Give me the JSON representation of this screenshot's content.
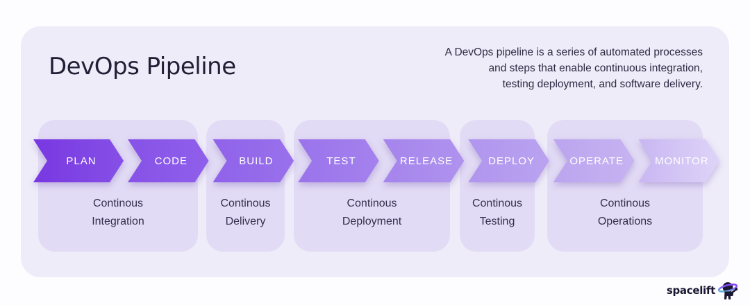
{
  "header": {
    "title": "DevOps Pipeline",
    "description_lines": [
      "A DevOps pipeline is a series of automated processes",
      "and steps that enable continuous integration,",
      "testing deployment, and software delivery."
    ]
  },
  "colors": {
    "page_background": "#FDFDFF",
    "card_background": "#EFECF9",
    "group_background": "#E2DBF5",
    "stage_text": "#FFFFFF",
    "label_text": "#342F4B",
    "title_text": "#211F35"
  },
  "pipeline": {
    "stages": [
      {
        "label": "PLAN",
        "color_start": "#7838E1",
        "color_end": "#8650E7"
      },
      {
        "label": "CODE",
        "color_start": "#8752E8",
        "color_end": "#8F60EA"
      },
      {
        "label": "BUILD",
        "color_start": "#9062EA",
        "color_end": "#9971EB"
      },
      {
        "label": "TEST",
        "color_start": "#9A73EB",
        "color_end": "#A482ED"
      },
      {
        "label": "RELEASE",
        "color_start": "#A584EC",
        "color_end": "#AF93EE"
      },
      {
        "label": "DEPLOY",
        "color_start": "#B095EE",
        "color_end": "#BAA3F0"
      },
      {
        "label": "OPERATE",
        "color_start": "#BBA5EF",
        "color_end": "#C6B3F1"
      },
      {
        "label": "MONITOR",
        "color_start": "#C8B6F2",
        "color_end": "#DED4F8"
      }
    ],
    "groups": [
      {
        "lines": [
          "Continous",
          "Integration"
        ]
      },
      {
        "lines": [
          "Continous",
          "Delivery"
        ]
      },
      {
        "lines": [
          "Continous",
          "Deployment"
        ]
      },
      {
        "lines": [
          "Continous",
          "Testing"
        ]
      },
      {
        "lines": [
          "Continous",
          "Operations"
        ]
      }
    ]
  },
  "footer": {
    "brand": "spacelift"
  }
}
